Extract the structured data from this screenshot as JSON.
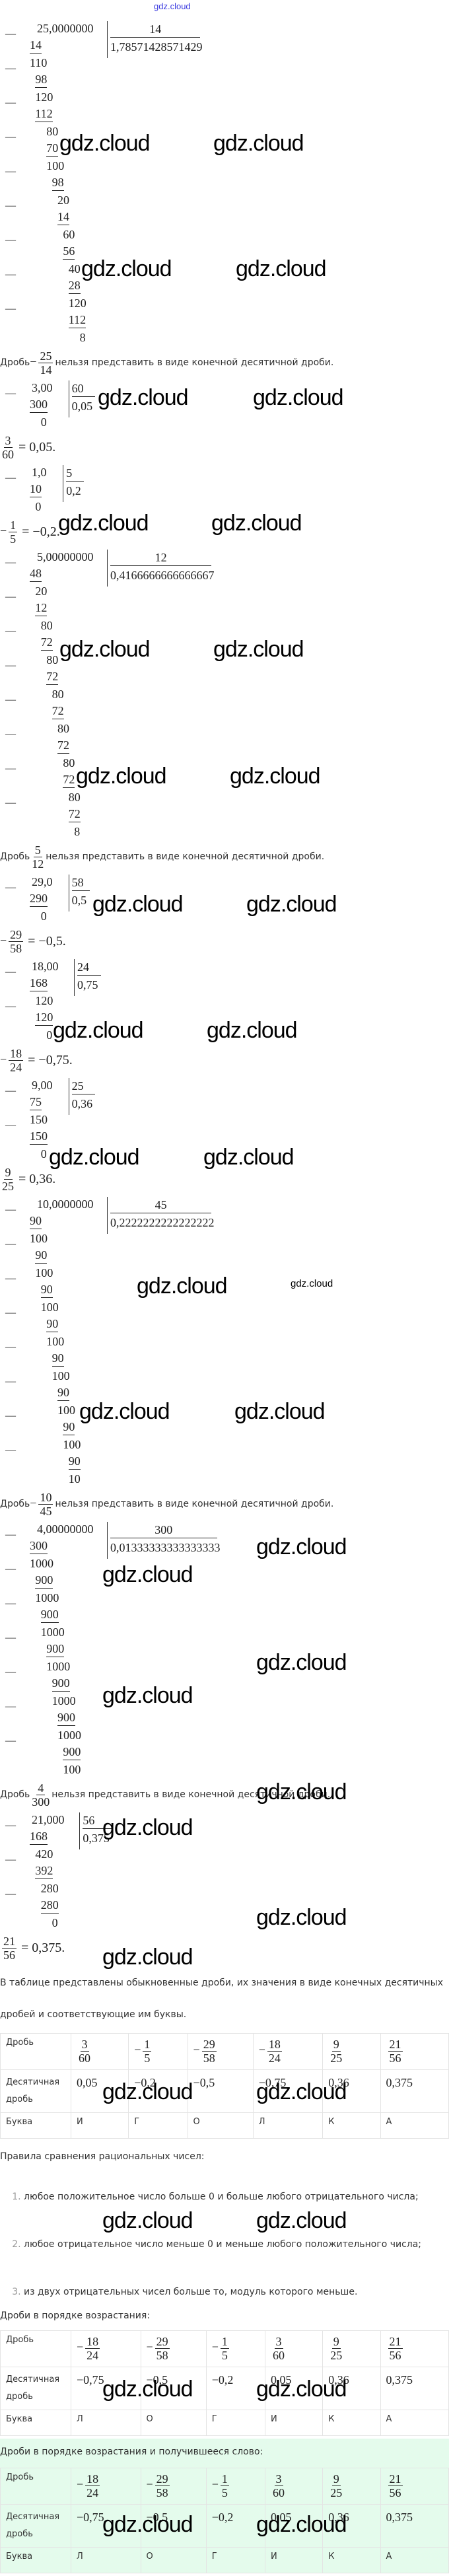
{
  "watermark": "gdz.cloud",
  "sections": [
    {
      "division": {
        "dividend": "25,0000000",
        "divisor": "14",
        "quotient": "1,78571428571429",
        "steps": [
          [
            "14",
            "110"
          ],
          [
            "98",
            "120"
          ],
          [
            "112",
            "80"
          ],
          [
            "70",
            "100"
          ],
          [
            "98",
            "20"
          ],
          [
            "14",
            "60"
          ],
          [
            "56",
            "40"
          ],
          [
            "28",
            "120"
          ],
          [
            "112",
            "8"
          ]
        ]
      },
      "conclusion": {
        "type": "stmt",
        "prefix": "Дробь",
        "sign": "−",
        "num": "25",
        "den": "14",
        "text": "нельзя представить в виде конечной десятичной дроби."
      }
    },
    {
      "division": {
        "dividend": "3,00",
        "divisor": "60",
        "quotient": "0,05",
        "steps": [
          [
            "300",
            "0"
          ]
        ]
      },
      "conclusion": {
        "type": "res",
        "sign": "",
        "num": "3",
        "den": "60",
        "text": "= 0,05."
      }
    },
    {
      "division": {
        "dividend": "1,0",
        "divisor": "5",
        "quotient": "0,2",
        "steps": [
          [
            "10",
            "0"
          ]
        ]
      },
      "conclusion": {
        "type": "res",
        "sign": "−",
        "num": "1",
        "den": "5",
        "text": "= −0,2."
      }
    },
    {
      "division": {
        "dividend": "5,00000000",
        "divisor": "12",
        "quotient": "0,4166666666666667",
        "steps": [
          [
            "48",
            "20"
          ],
          [
            "12",
            "80"
          ],
          [
            "72",
            "80"
          ],
          [
            "72",
            "80"
          ],
          [
            "72",
            "80"
          ],
          [
            "72",
            "80"
          ],
          [
            "72",
            "80"
          ],
          [
            "72",
            "8"
          ]
        ]
      },
      "conclusion": {
        "type": "stmt",
        "prefix": "Дробь",
        "sign": "",
        "num": "5",
        "den": "12",
        "text": "нельзя представить в виде конечной десятичной дроби."
      }
    },
    {
      "division": {
        "dividend": "29,0",
        "divisor": "58",
        "quotient": "0,5",
        "steps": [
          [
            "290",
            "0"
          ]
        ]
      },
      "conclusion": {
        "type": "res",
        "sign": "−",
        "num": "29",
        "den": "58",
        "text": "= −0,5."
      }
    },
    {
      "division": {
        "dividend": "18,00",
        "divisor": "24",
        "quotient": "0,75",
        "steps": [
          [
            "168",
            "120"
          ],
          [
            "120",
            "0"
          ]
        ]
      },
      "conclusion": {
        "type": "res",
        "sign": "−",
        "num": "18",
        "den": "24",
        "text": "= −0,75."
      }
    },
    {
      "division": {
        "dividend": "9,00",
        "divisor": "25",
        "quotient": "0,36",
        "steps": [
          [
            "75",
            "150"
          ],
          [
            "150",
            "0"
          ]
        ]
      },
      "conclusion": {
        "type": "res",
        "sign": "",
        "num": "9",
        "den": "25",
        "text": "= 0,36."
      }
    },
    {
      "division": {
        "dividend": "10,0000000",
        "divisor": "45",
        "quotient": "0,2222222222222222",
        "steps": [
          [
            "90",
            "100"
          ],
          [
            "90",
            "100"
          ],
          [
            "90",
            "100"
          ],
          [
            "90",
            "100"
          ],
          [
            "90",
            "100"
          ],
          [
            "90",
            "100"
          ],
          [
            "90",
            "100"
          ],
          [
            "90",
            "10"
          ]
        ]
      },
      "conclusion": {
        "type": "stmt",
        "prefix": "Дробь",
        "sign": "−",
        "num": "10",
        "den": "45",
        "text": "нельзя представить в виде конечной десятичной дроби."
      }
    },
    {
      "division": {
        "dividend": "4,00000000",
        "divisor": "300",
        "quotient": "0,01333333333333333",
        "steps": [
          [
            "300",
            "1000"
          ],
          [
            "900",
            "1000"
          ],
          [
            "900",
            "1000"
          ],
          [
            "900",
            "1000"
          ],
          [
            "900",
            "1000"
          ],
          [
            "900",
            "1000"
          ],
          [
            "900",
            "100"
          ]
        ]
      },
      "conclusion": {
        "type": "stmt",
        "prefix": "Дробь",
        "sign": "",
        "num": "4",
        "den": "300",
        "text": "нельзя представить в виде конечной десятичной дроби."
      }
    },
    {
      "division": {
        "dividend": "21,000",
        "divisor": "56",
        "quotient": "0,375",
        "steps": [
          [
            "168",
            "420"
          ],
          [
            "392",
            "280"
          ],
          [
            "280",
            "0"
          ]
        ]
      },
      "conclusion": {
        "type": "res",
        "sign": "",
        "num": "21",
        "den": "56",
        "text": "= 0,375."
      }
    }
  ],
  "intro": "В таблице представлены обыкновенные дроби, их значения в виде конечных десятичных дробей и соответствующие им буквы.",
  "row_labels": {
    "fraction": "Дробь",
    "decimal": "Десятичная дробь",
    "letter": "Буква"
  },
  "tables": [
    {
      "fractions": [
        [
          "",
          "3",
          "60"
        ],
        [
          "−",
          "1",
          "5"
        ],
        [
          "−",
          "29",
          "58"
        ],
        [
          "−",
          "18",
          "24"
        ],
        [
          "",
          "9",
          "25"
        ],
        [
          "",
          "21",
          "56"
        ]
      ],
      "decimals": [
        "0,05",
        "−0,2",
        "−0,5",
        "−0,75",
        "0,36",
        "0,375"
      ],
      "letters": [
        "И",
        "Г",
        "О",
        "Л",
        "К",
        "А"
      ]
    },
    {
      "fractions": [
        [
          "−",
          "18",
          "24"
        ],
        [
          "−",
          "29",
          "58"
        ],
        [
          "−",
          "1",
          "5"
        ],
        [
          "",
          "3",
          "60"
        ],
        [
          "",
          "9",
          "25"
        ],
        [
          "",
          "21",
          "56"
        ]
      ],
      "decimals": [
        "−0,75",
        "−0,5",
        "−0,2",
        "0,05",
        "0,36",
        "0,375"
      ],
      "letters": [
        "Л",
        "О",
        "Г",
        "И",
        "К",
        "А"
      ]
    },
    {
      "fractions": [
        [
          "−",
          "18",
          "24"
        ],
        [
          "−",
          "29",
          "58"
        ],
        [
          "−",
          "1",
          "5"
        ],
        [
          "",
          "3",
          "60"
        ],
        [
          "",
          "9",
          "25"
        ],
        [
          "",
          "21",
          "56"
        ]
      ],
      "decimals": [
        "−0,75",
        "−0,5",
        "−0,2",
        "0,05",
        "0,36",
        "0,375"
      ],
      "letters": [
        "Л",
        "О",
        "Г",
        "И",
        "К",
        "А"
      ]
    }
  ],
  "rules_title": "Правила сравнения рациональных чисел:",
  "rules": [
    "любое положительное число больше 0 и больше любого отрицательного числа;",
    "любое отрицательное число меньше 0 и меньше любого положительного числа;",
    "из двух отрицательных чисел больше то, модуль которого меньше."
  ],
  "ascending_title": "Дроби в порядке возрастания:",
  "answer_title": "Дроби в порядке возрастания и получившееся слово:"
}
